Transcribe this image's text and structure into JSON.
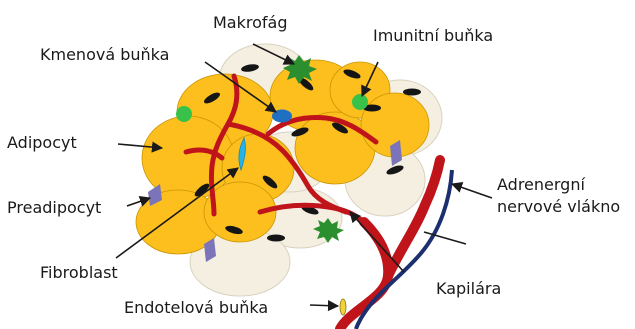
{
  "labels": {
    "makrofag": "Makrofág",
    "kmenova_bunka": "Kmenová buňka",
    "imunitni_bunka": "Imunitní buňka",
    "adipocyt": "Adipocyt",
    "preadipocyt": "Preadipocyt",
    "adrenergni_1": "Adrenergní",
    "adrenergni_2": "nervové vlákno",
    "fibroblast": "Fibroblast",
    "kapilara": "Kapilára",
    "endotelova_bunka": "Endotelová buňka"
  },
  "colors": {
    "adipocyte_fill": "#FDBF1E",
    "adipocyte_outline": "#c99500",
    "membrane": "#f4efe1",
    "nucleus": "#151515",
    "capillary": "#c0141b",
    "capillary_dark": "#8e0d12",
    "nerve": "#1c2f6e",
    "macrophage": "#2b8f2f",
    "immune_cell": "#39c24a",
    "stem_cell": "#1f6fc2",
    "preadipocyte": "#7b74b8",
    "fibroblast": "#27b3e6",
    "endothelial": "#f2d23a",
    "arrow": "#1a1a1a"
  }
}
